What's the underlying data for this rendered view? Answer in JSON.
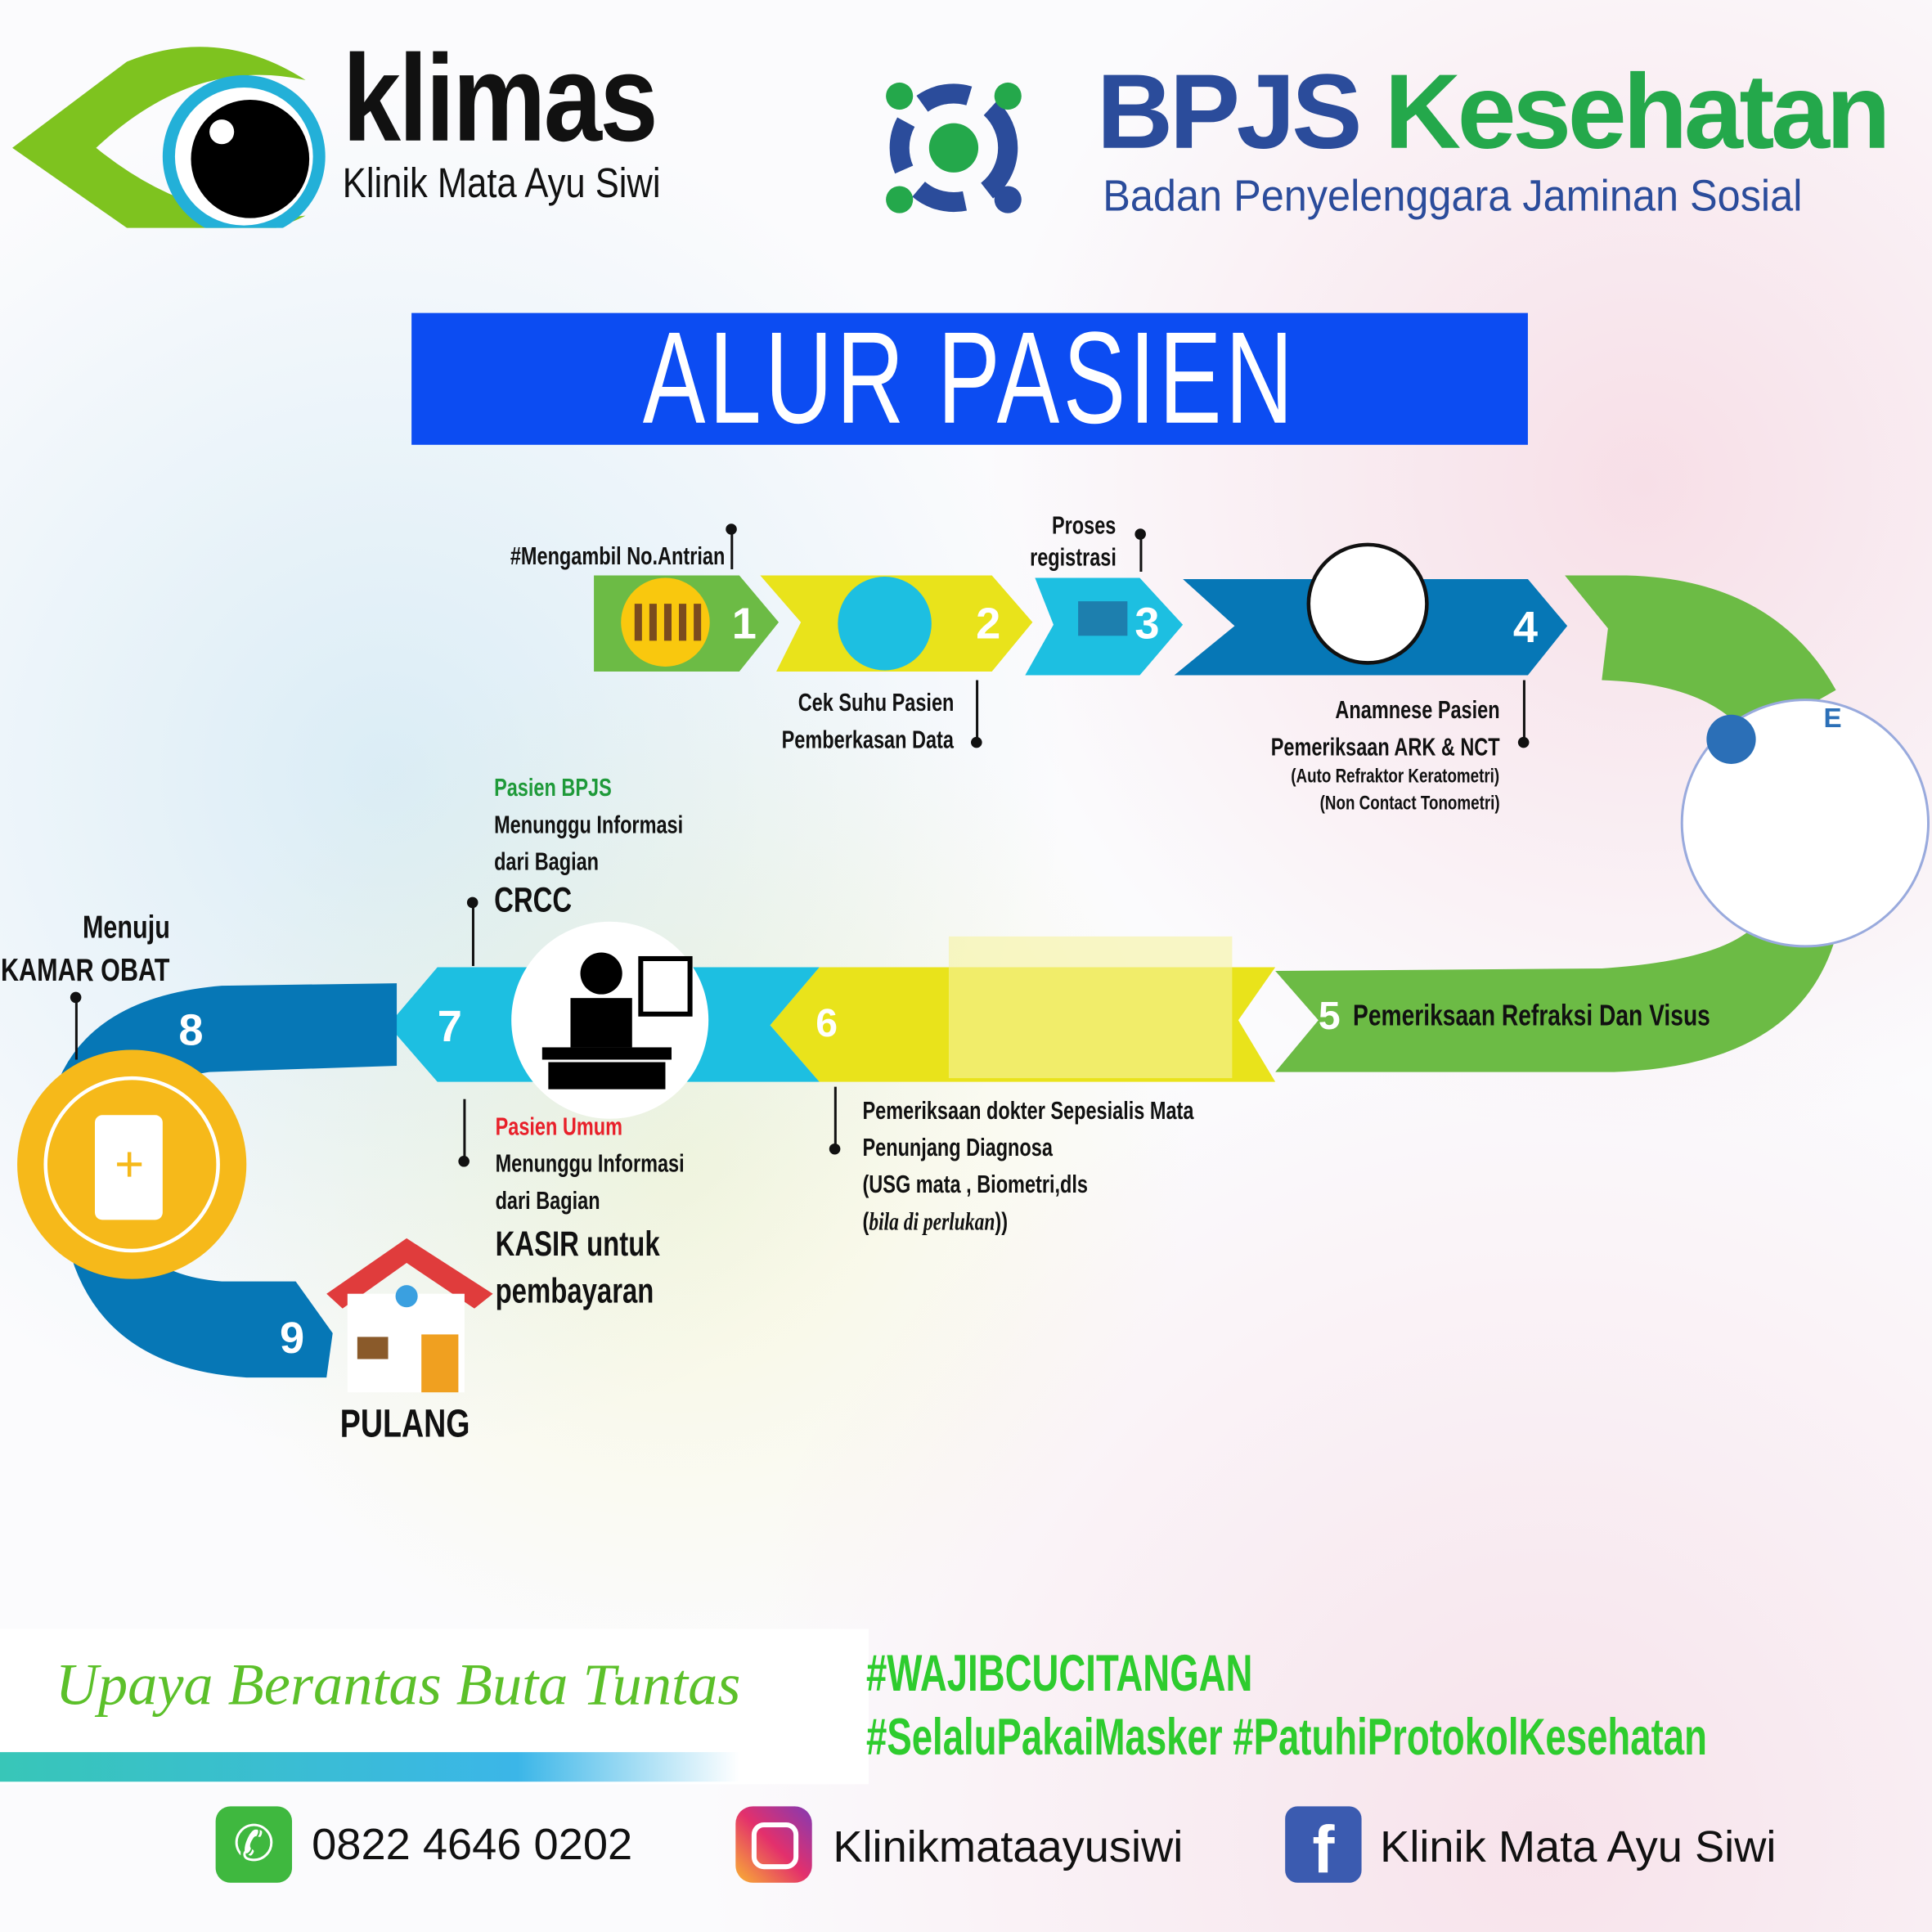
{
  "klinik_logo": {
    "name": "klimas",
    "subtitle": "Klinik Mata Ayu Siwi"
  },
  "bpjs_logo": {
    "name_part1": "BPJS",
    "name_part2": "Kesehatan",
    "subtitle": "Badan Penyelenggara Jaminan Sosial"
  },
  "title": "ALUR PASIEN",
  "steps": [
    {
      "number": "1",
      "label": "#Mengambil No.Antrian"
    },
    {
      "number": "2",
      "label_line1": "Cek Suhu Pasien",
      "label_line2": "Pemberkasan Data"
    },
    {
      "number": "3",
      "label_line1": "Proses",
      "label_line2": "registrasi"
    },
    {
      "number": "4",
      "label_line1": "Anamnese Pasien",
      "label_line2": "Pemeriksaan ARK & NCT",
      "label_line3": "(Auto Refraktor Keratometri)",
      "label_line4": "(Non Contact Tonometri)"
    },
    {
      "number": "5",
      "label": "Pemeriksaan Refraksi Dan Visus"
    },
    {
      "number": "6",
      "label_line1": "Pemeriksaan dokter Sepesialis Mata",
      "label_line2": "Penunjang Diagnosa",
      "label_line3": "(USG mata , Biometri,dls",
      "label_line4": "bila di perlukan",
      "label_line4_close": "))",
      "label_line4_open": "("
    },
    {
      "number": "7",
      "bpjs_title": "Pasien BPJS",
      "bpjs_line1": "Menunggu Informasi",
      "bpjs_line2": "dari Bagian",
      "bpjs_line3": "CRCC",
      "umum_title": "Pasien Umum",
      "umum_line1": "Menunggu Informasi",
      "umum_line2": "dari Bagian",
      "umum_line3": "KASIR untuk",
      "umum_line4": "pembayaran"
    },
    {
      "number": "8",
      "label_line1": "Menuju",
      "label_line2": "KAMAR OBAT"
    },
    {
      "number": "9",
      "label": "PULANG"
    }
  ],
  "slogan": "Upaya Berantas Buta Tuntas",
  "hashtags": {
    "line1": "#WAJIBCUCITANGAN",
    "line2": "#SelaluPakaiMasker #PatuhiProtokolKesehatan"
  },
  "contacts": {
    "whatsapp": "0822 4646 0202",
    "instagram": "Klinikmataayusiwi",
    "facebook": "Klinik Mata Ayu Siwi"
  },
  "colors": {
    "green": "#6cbb45",
    "yellow": "#e9e31b",
    "cyan": "#1dbfe1",
    "blue": "#0677b6",
    "title_bg": "#0c4cf2",
    "bpjs_blue": "#2b4c9b",
    "bpjs_green": "#24a84b",
    "red": "#e8202a",
    "hashtag": "#2ecc2e"
  }
}
